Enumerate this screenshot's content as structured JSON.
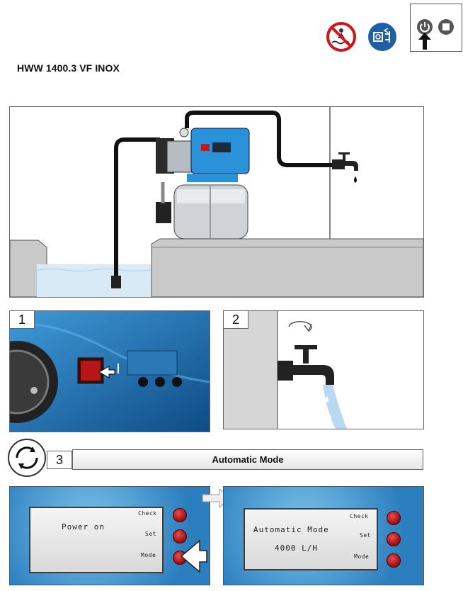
{
  "product": {
    "title": "HWW 1400.3 VF INOX"
  },
  "icons": {
    "top": [
      "no-swimming-icon",
      "power-plug-icon"
    ],
    "box": [
      "power-button-icon",
      "stop-button-icon",
      "up-arrow-icon"
    ]
  },
  "steps": [
    {
      "number": "1",
      "label_on_panel": "I"
    },
    {
      "number": "2"
    },
    {
      "number": "3",
      "title": "Automatic Mode"
    }
  ],
  "display_left": {
    "screen_text": "Power on",
    "buttons": [
      "Check",
      "Set",
      "Mode"
    ]
  },
  "display_right": {
    "screen_line1": "Automatic Mode",
    "screen_line2": "4000 L/H",
    "buttons": [
      "Check",
      "Set",
      "Mode"
    ]
  },
  "colors": {
    "pump_blue": "#2a92d8",
    "control_blue": "#3b93d6",
    "button_red": "#c81818",
    "water": "#b9d9f2"
  }
}
